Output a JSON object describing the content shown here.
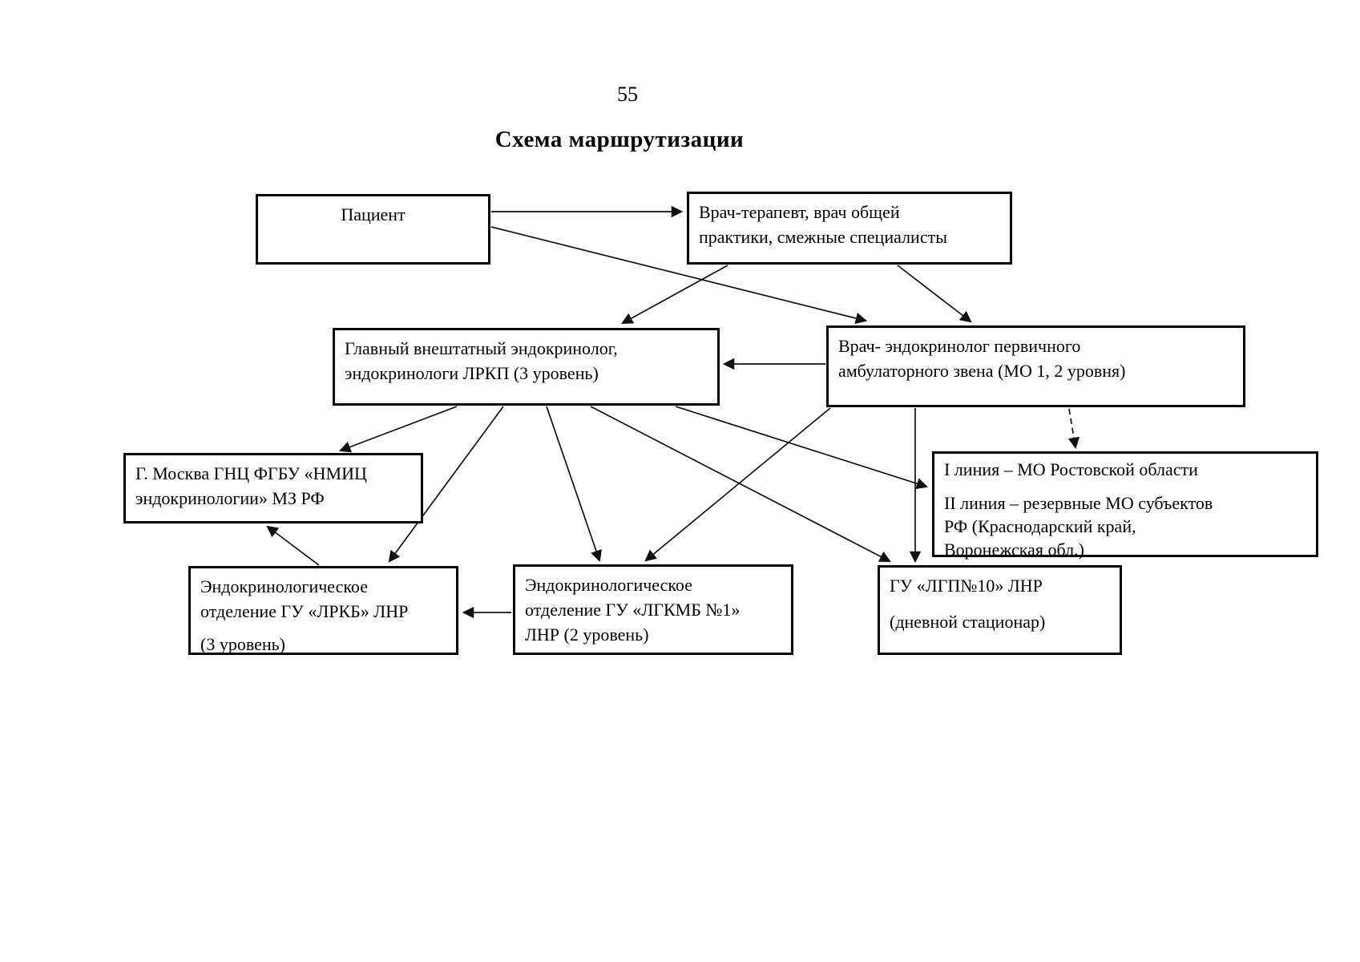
{
  "page": {
    "number": "55",
    "title": "Схема маршрутизации"
  },
  "colors": {
    "ink": "#000000",
    "background": "#ffffff",
    "box_border": "#000000"
  },
  "nodes": {
    "patient": {
      "lines": [
        "Пациент"
      ]
    },
    "therapist": {
      "lines": [
        "Врач-терапевт, врач общей",
        "практики, смежные специалисты"
      ]
    },
    "chief_endocrinologist": {
      "lines": [
        "Главный внештатный эндокринолог,",
        "эндокринологи ЛРКП (3 уровень)"
      ]
    },
    "primary_endocrinologist": {
      "lines": [
        "Врач- эндокринолог первичного",
        "амбулаторного звена (МО 1, 2 уровня)"
      ]
    },
    "moscow_nmic": {
      "lines": [
        "Г. Москва ГНЦ ФГБУ «НМИЦ",
        "эндокринологии» МЗ РФ"
      ]
    },
    "lines_mo": {
      "lines": [
        "I линия – МО Ростовской области",
        "II линия – резервные МО субъектов",
        "РФ (Краснодарский край,",
        "Воронежская обл.)"
      ]
    },
    "lrkb": {
      "lines": [
        "Эндокринологическое",
        "отделение ГУ «ЛРКБ» ЛНР",
        "(3 уровень)"
      ]
    },
    "lgkmb": {
      "lines": [
        "Эндокринологическое",
        "отделение ГУ «ЛГКМБ №1»",
        "ЛНР (2 уровень)"
      ]
    },
    "lgp10": {
      "lines": [
        "ГУ «ЛГП№10» ЛНР",
        "(дневной стационар)"
      ]
    }
  },
  "edges": [
    {
      "from": "patient",
      "to": "therapist"
    },
    {
      "from": "patient",
      "to": "primary_endocrinologist"
    },
    {
      "from": "therapist",
      "to": "chief_endocrinologist"
    },
    {
      "from": "therapist",
      "to": "primary_endocrinologist"
    },
    {
      "from": "primary_endocrinologist",
      "to": "chief_endocrinologist"
    },
    {
      "from": "chief_endocrinologist",
      "to": "moscow_nmic"
    },
    {
      "from": "chief_endocrinologist",
      "to": "lrkb"
    },
    {
      "from": "chief_endocrinologist",
      "to": "lgkmb"
    },
    {
      "from": "chief_endocrinologist",
      "to": "lgp10"
    },
    {
      "from": "chief_endocrinologist",
      "to": "lines_mo"
    },
    {
      "from": "primary_endocrinologist",
      "to": "lgkmb"
    },
    {
      "from": "primary_endocrinologist",
      "to": "lgp10"
    },
    {
      "from": "primary_endocrinologist",
      "to": "lines_mo"
    },
    {
      "from": "lgkmb",
      "to": "lrkb"
    },
    {
      "from": "lrkb",
      "to": "moscow_nmic"
    }
  ]
}
